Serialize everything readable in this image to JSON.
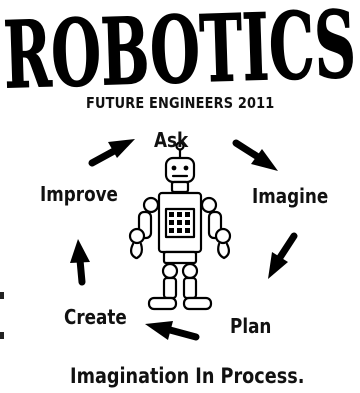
{
  "title": "ROBOTICS",
  "subtitle": "FUTURE ENGINEERS 2011",
  "cycle": {
    "steps": [
      {
        "label": "Ask"
      },
      {
        "label": "Imagine"
      },
      {
        "label": "Plan"
      },
      {
        "label": "Create"
      },
      {
        "label": "Improve"
      }
    ],
    "arrow_color": "#000000"
  },
  "center_image": "robot-icon",
  "motto": "Imagination In Process.",
  "colors": {
    "foreground": "#000000",
    "background": "#ffffff"
  }
}
